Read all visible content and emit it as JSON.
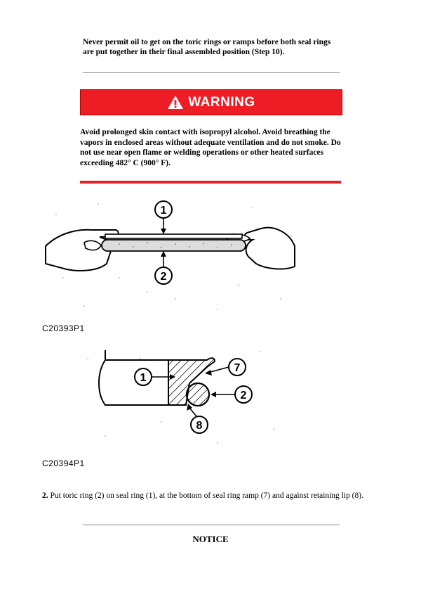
{
  "caution_text": "Never permit oil to get on the toric rings or ramps before both seal rings are put together in their final assembled position (Step 10).",
  "warning": {
    "label": "WARNING",
    "text": "Avoid prolonged skin contact with isopropyl alcohol. Avoid breathing the vapors in enclosed areas without adequate ventilation and do not smoke. Do not use near open flame or welding operations or other heated surfaces exceeding 482° C (900° F).",
    "box_color": "#ee1c25"
  },
  "figure1": {
    "id": "C20393P1",
    "callouts": [
      "1",
      "2"
    ]
  },
  "figure2": {
    "id": "C20394P1",
    "callouts": [
      "1",
      "7",
      "2",
      "8"
    ]
  },
  "step": {
    "number": "2.",
    "text": " Put toric ring (2) on seal ring (1), at the bottom of seal ring ramp (7) and against retaining lip (8)."
  },
  "notice_heading": "NOTICE"
}
